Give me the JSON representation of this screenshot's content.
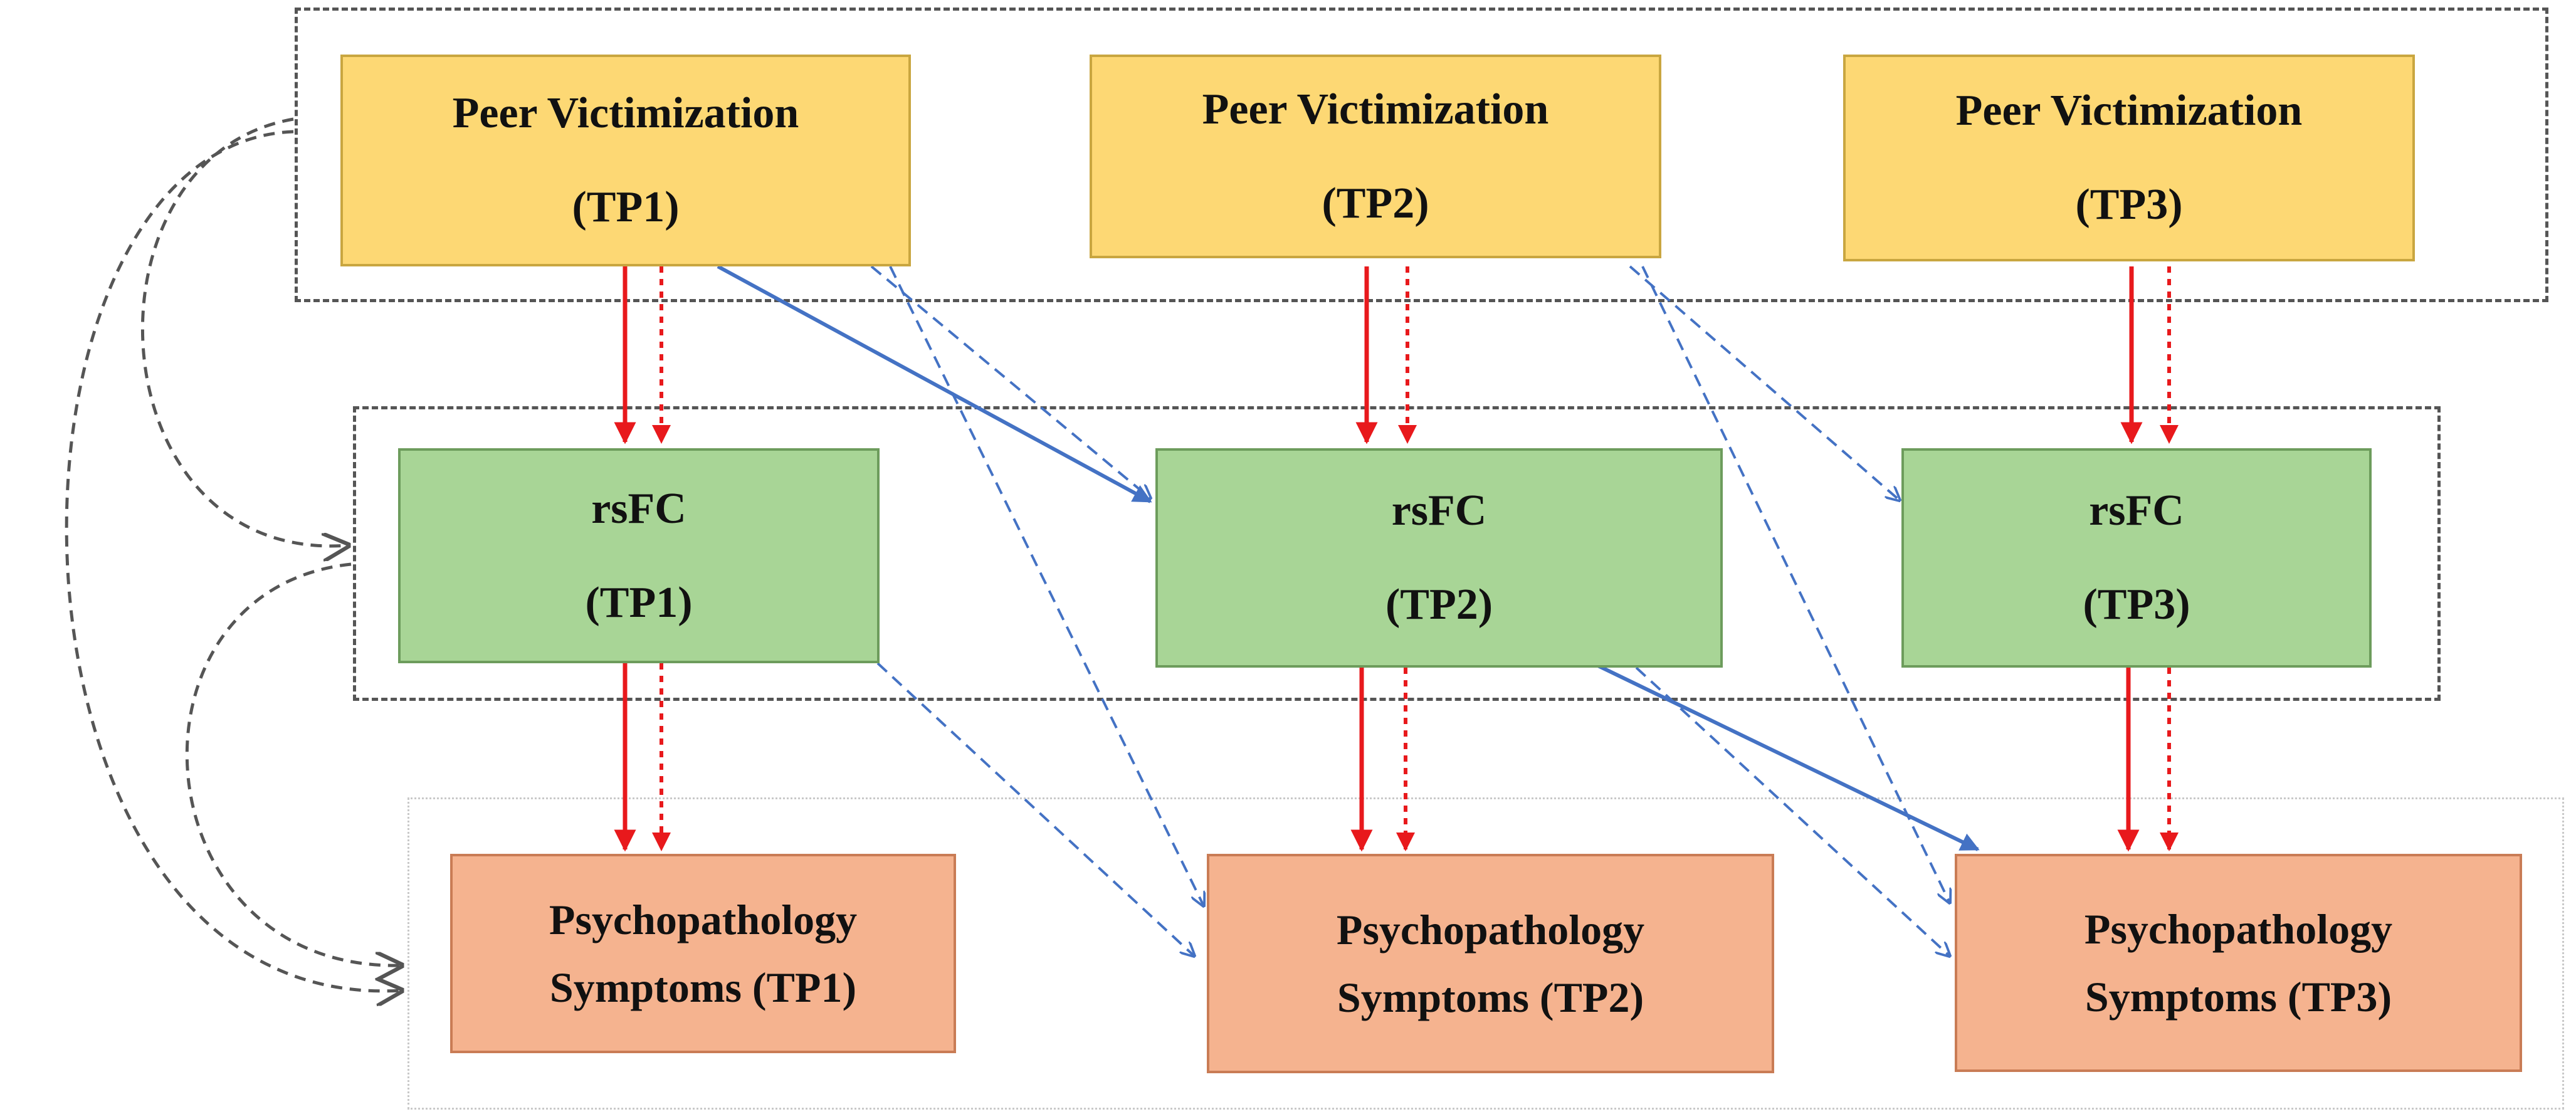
{
  "diagram": {
    "rows": [
      {
        "row": "peer-victimization",
        "nodes": [
          {
            "id": "pv1",
            "line1": "Peer Victimization",
            "line2": "(TP1)"
          },
          {
            "id": "pv2",
            "line1": "Peer Victimization",
            "line2": "(TP2)"
          },
          {
            "id": "pv3",
            "line1": "Peer Victimization",
            "line2": "(TP3)"
          }
        ]
      },
      {
        "row": "rsfc",
        "nodes": [
          {
            "id": "rs1",
            "line1": "rsFC",
            "line2": "(TP1)"
          },
          {
            "id": "rs2",
            "line1": "rsFC",
            "line2": "(TP2)"
          },
          {
            "id": "rs3",
            "line1": "rsFC",
            "line2": "(TP3)"
          }
        ]
      },
      {
        "row": "psychopathology",
        "nodes": [
          {
            "id": "ps1",
            "line1": "Psychopathology",
            "line2": "Symptoms (TP1)"
          },
          {
            "id": "ps2",
            "line1": "Psychopathology",
            "line2": "Symptoms (TP2)"
          },
          {
            "id": "ps3",
            "line1": "Psychopathology",
            "line2": "Symptoms (TP3)"
          }
        ]
      }
    ],
    "edges": [
      {
        "from": "pv1",
        "to": "rs1",
        "style": "solid",
        "color": "#e8191c"
      },
      {
        "from": "pv1",
        "to": "rs1",
        "style": "dotted",
        "color": "#e8191c"
      },
      {
        "from": "pv2",
        "to": "rs2",
        "style": "solid",
        "color": "#e8191c"
      },
      {
        "from": "pv2",
        "to": "rs2",
        "style": "dotted",
        "color": "#e8191c"
      },
      {
        "from": "pv3",
        "to": "rs3",
        "style": "solid",
        "color": "#e8191c"
      },
      {
        "from": "pv3",
        "to": "rs3",
        "style": "dotted",
        "color": "#e8191c"
      },
      {
        "from": "rs1",
        "to": "ps1",
        "style": "solid",
        "color": "#e8191c"
      },
      {
        "from": "rs1",
        "to": "ps1",
        "style": "dotted",
        "color": "#e8191c"
      },
      {
        "from": "rs2",
        "to": "ps2",
        "style": "solid",
        "color": "#e8191c"
      },
      {
        "from": "rs2",
        "to": "ps2",
        "style": "dotted",
        "color": "#e8191c"
      },
      {
        "from": "rs3",
        "to": "ps3",
        "style": "solid",
        "color": "#e8191c"
      },
      {
        "from": "rs3",
        "to": "ps3",
        "style": "dotted",
        "color": "#e8191c"
      },
      {
        "from": "pv1",
        "to": "rs2",
        "style": "solid",
        "color": "#4472c4"
      },
      {
        "from": "rs2",
        "to": "ps3",
        "style": "solid",
        "color": "#4472c4"
      },
      {
        "from": "pv1",
        "to": "rs2",
        "style": "dashed",
        "color": "#4472c4"
      },
      {
        "from": "pv1",
        "to": "ps2",
        "style": "dashed",
        "color": "#4472c4"
      },
      {
        "from": "pv2",
        "to": "rs3",
        "style": "dashed",
        "color": "#4472c4"
      },
      {
        "from": "pv2",
        "to": "ps3",
        "style": "dashed",
        "color": "#4472c4"
      },
      {
        "from": "rs1",
        "to": "ps2",
        "style": "dashed",
        "color": "#4472c4"
      },
      {
        "from": "rs2",
        "to": "ps3",
        "style": "dashed",
        "color": "#4472c4"
      },
      {
        "from": "pv-group",
        "to": "rs1",
        "style": "dashed",
        "color": "#555555"
      },
      {
        "from": "pv-group",
        "to": "ps1",
        "style": "dashed",
        "color": "#555555"
      },
      {
        "from": "rs-group",
        "to": "ps1",
        "style": "dashed",
        "color": "#555555"
      }
    ],
    "colors": {
      "peer_victimization_fill": "#fdd874",
      "rsfc_fill": "#a8d596",
      "psychopathology_fill": "#f5b38f",
      "red_arrow": "#e8191c",
      "blue_arrow": "#4472c4",
      "group_border": "#555555"
    }
  }
}
